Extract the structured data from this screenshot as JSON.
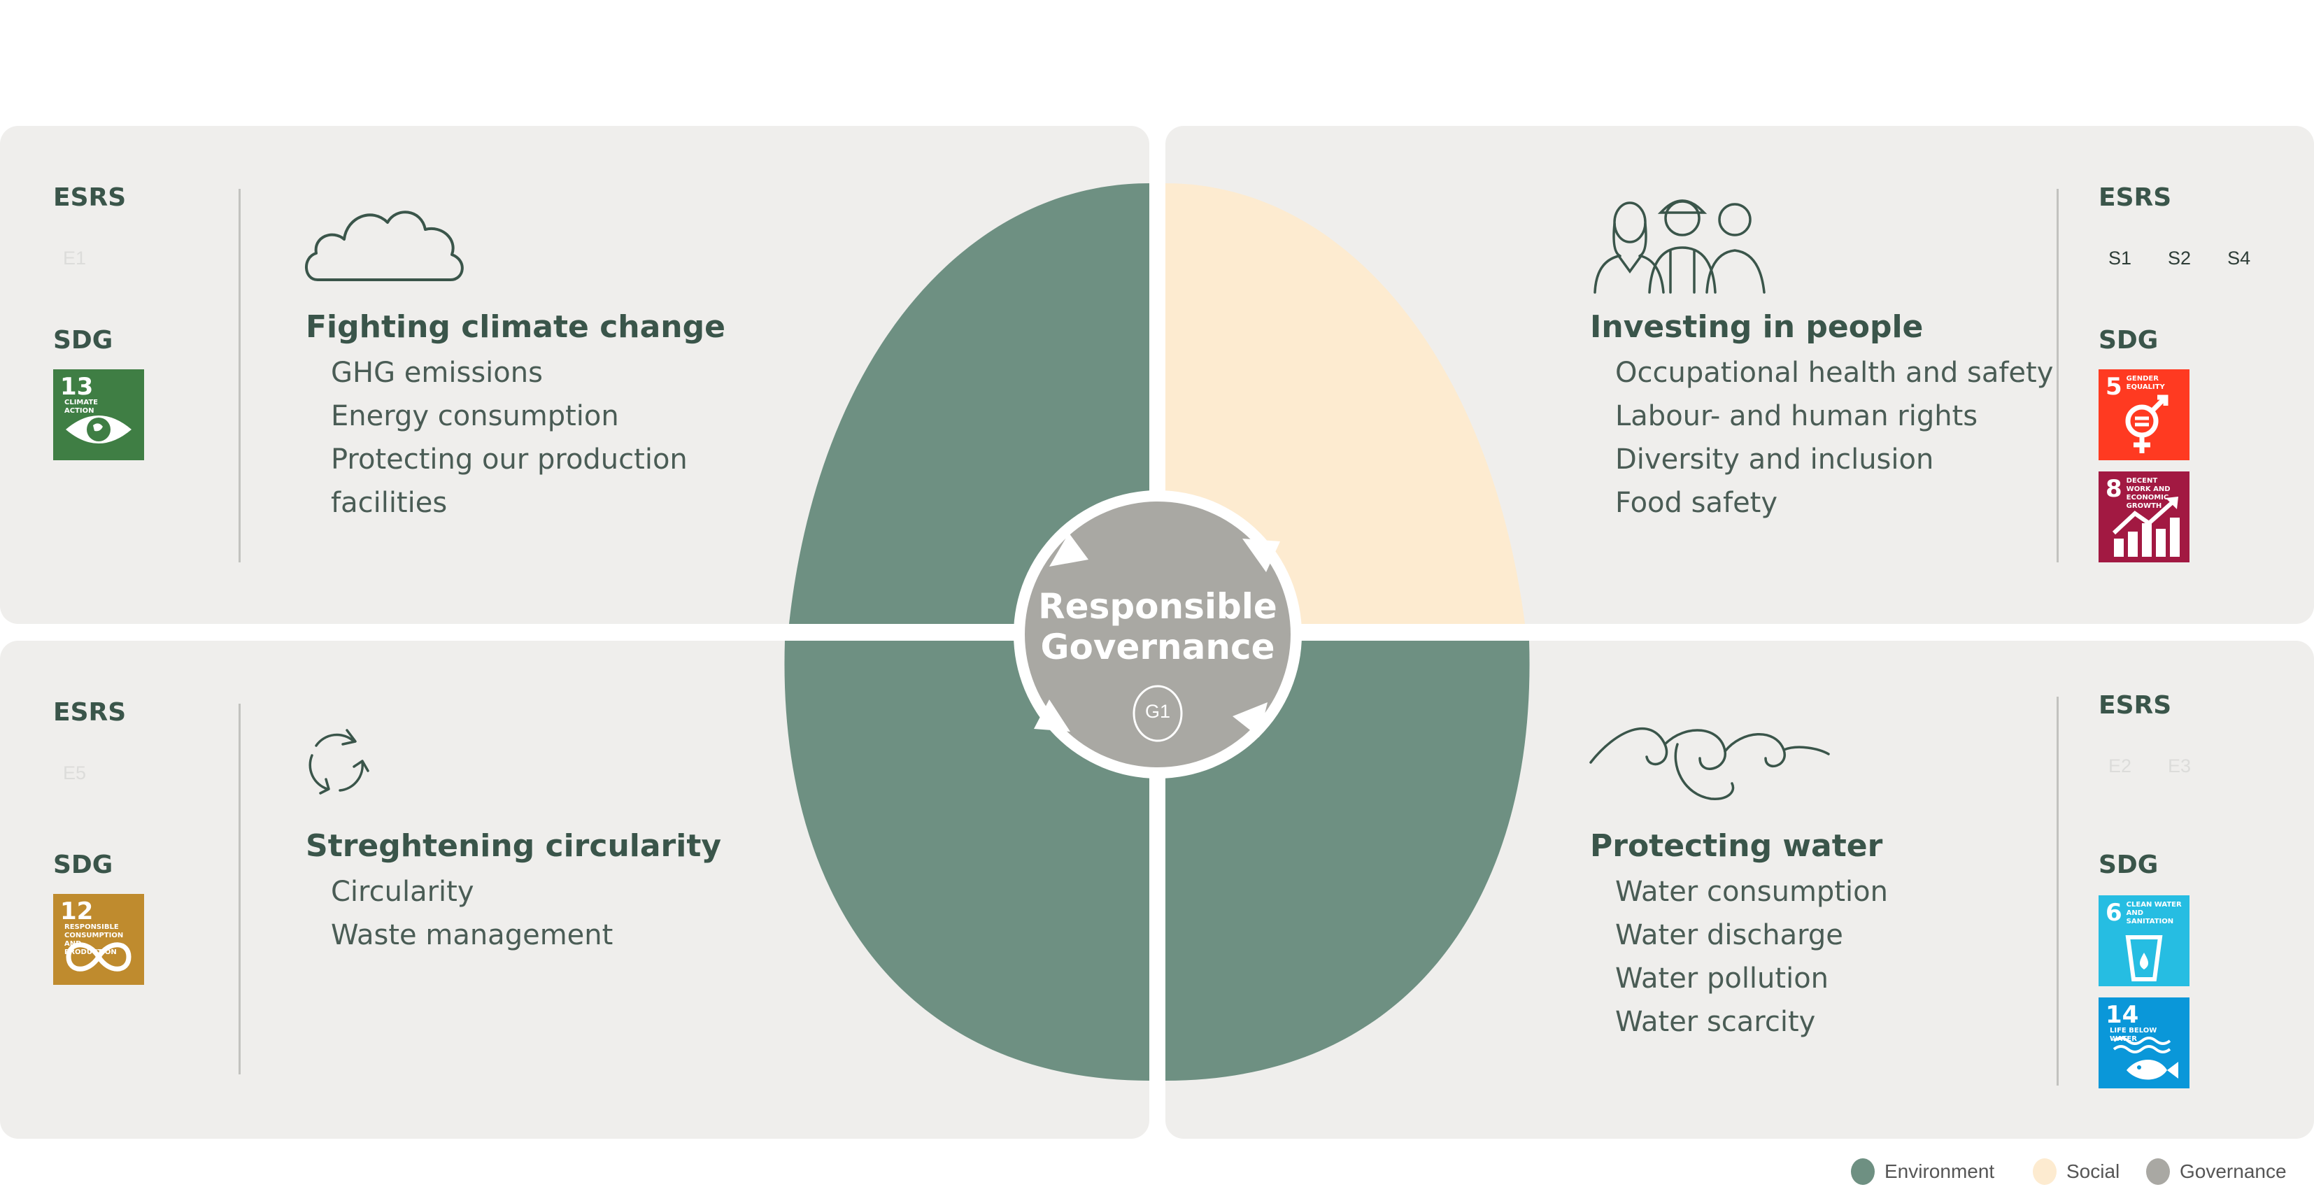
{
  "colors": {
    "panel": "#efeeec",
    "environment": "#6e9082",
    "social": "#fdebd0",
    "governance": "#a9a8a3",
    "text_dark": "#3a554a"
  },
  "quadrants": {
    "climate": {
      "esrs_label": "ESRS",
      "esrs_codes": [
        "E1"
      ],
      "sdg_label": "SDG",
      "icon": "cloud-icon",
      "title": "Fighting climate change",
      "items": [
        "GHG emissions",
        "Energy consumption",
        "Protecting our production",
        "facilities"
      ],
      "sdgs": [
        {
          "number": "13",
          "label": "CLIMATE ACTION",
          "color": "#3f7e44"
        }
      ]
    },
    "people": {
      "esrs_label": "ESRS",
      "esrs_codes": [
        "S1",
        "S2",
        "S4"
      ],
      "sdg_label": "SDG",
      "icon": "people-icon",
      "title": "Investing in people",
      "items": [
        "Occupational health and safety",
        "Labour- and human rights",
        "Diversity and inclusion",
        "Food safety"
      ],
      "sdgs": [
        {
          "number": "5",
          "label": "GENDER EQUALITY",
          "color": "#ff3a21"
        },
        {
          "number": "8",
          "label": "DECENT WORK AND ECONOMIC GROWTH",
          "color": "#a21942"
        }
      ]
    },
    "circularity": {
      "esrs_label": "ESRS",
      "esrs_codes": [
        "E5"
      ],
      "sdg_label": "SDG",
      "icon": "recycle-icon",
      "title": "Streghtening circularity",
      "items": [
        "Circularity",
        "Waste management"
      ],
      "sdgs": [
        {
          "number": "12",
          "label": "RESPONSIBLE CONSUMPTION AND PRODUCTION",
          "color": "#bf8b2e"
        }
      ]
    },
    "water": {
      "esrs_label": "ESRS",
      "esrs_codes": [
        "E2",
        "E3"
      ],
      "sdg_label": "SDG",
      "icon": "waves-icon",
      "title": "Protecting water",
      "items": [
        "Water consumption",
        "Water discharge",
        "Water pollution",
        "Water scarcity"
      ],
      "sdgs": [
        {
          "number": "6",
          "label": "CLEAN WATER AND SANITATION",
          "color": "#26bde2"
        },
        {
          "number": "14",
          "label": "LIFE BELOW WATER",
          "color": "#0a97d9"
        }
      ]
    }
  },
  "center": {
    "title_line1": "Responsible",
    "title_line2": "Governance",
    "code": "G1"
  },
  "legend": [
    {
      "label": "Environment",
      "color": "#6e9082"
    },
    {
      "label": "Social",
      "color": "#fdebd0"
    },
    {
      "label": "Governance",
      "color": "#a9a8a3"
    }
  ]
}
